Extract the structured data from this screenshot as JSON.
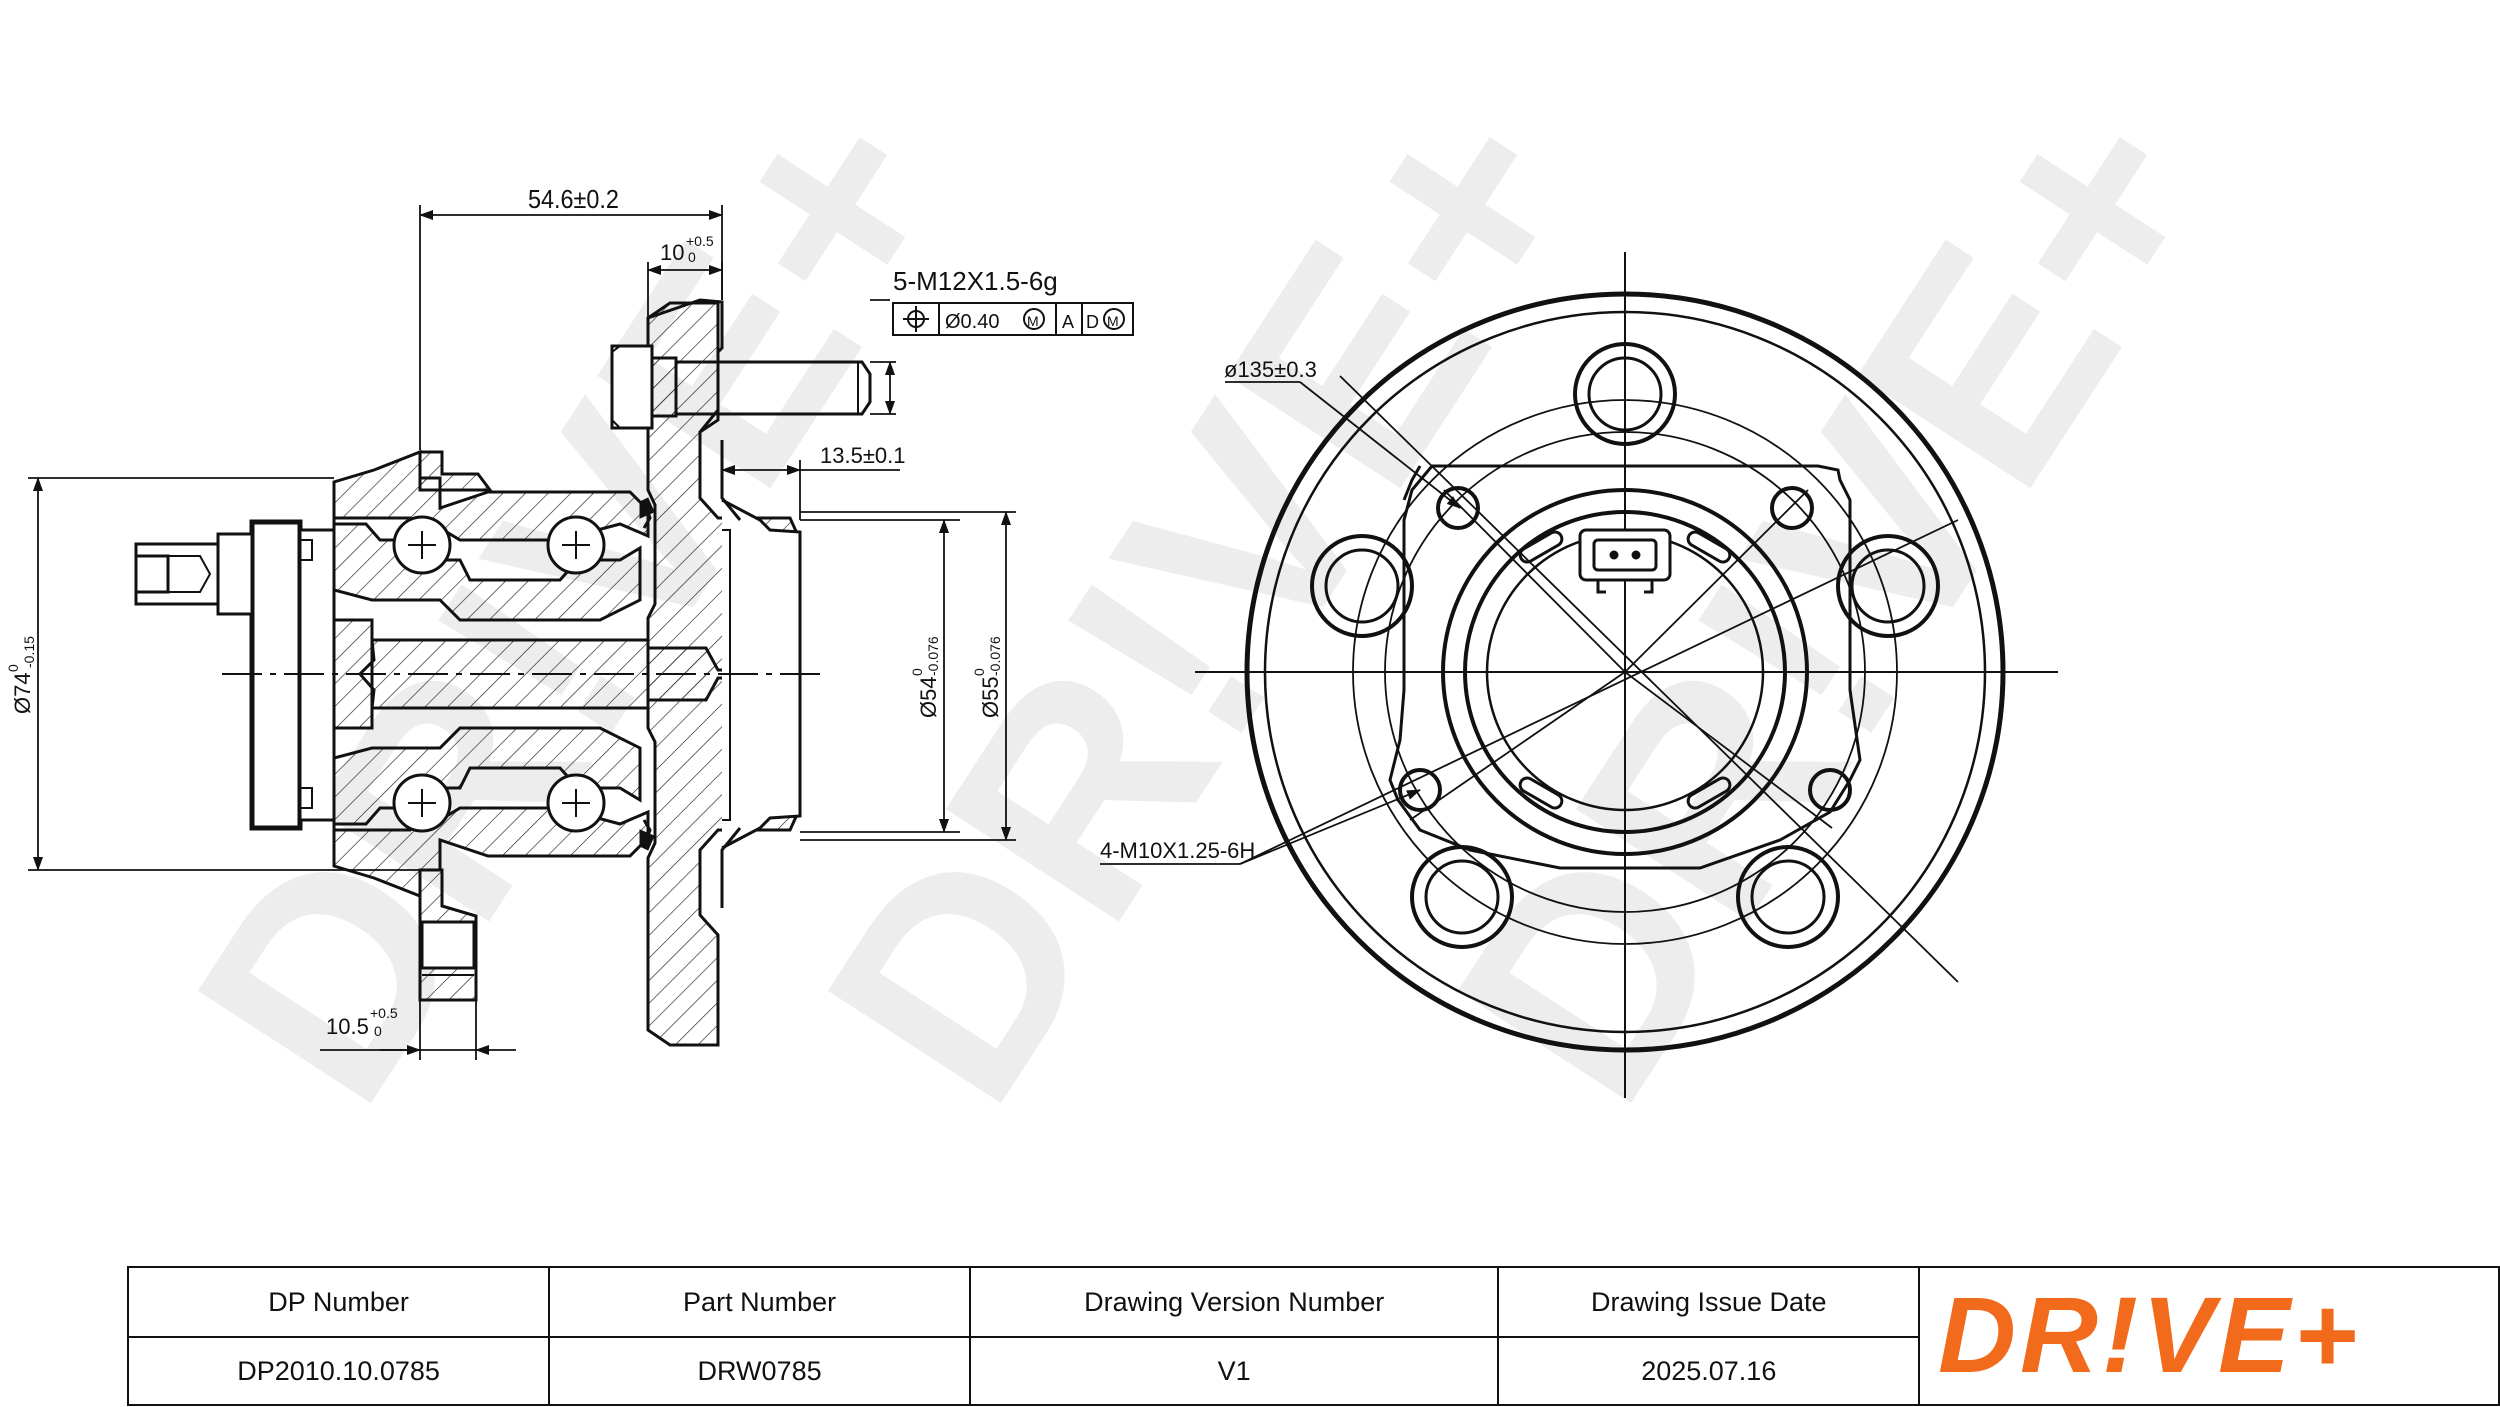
{
  "dimensions": {
    "hub_length": "54.6±0.2",
    "stud_offset_main": "10",
    "stud_offset_tol_upper": "+0.5",
    "stud_offset_tol_lower": "0",
    "stud_thread": "5-M12X1.5-6g",
    "fcf_tolerance": "Ø0.40",
    "fcf_datum_a": "A",
    "fcf_datum_d": "D",
    "flange_thickness": "13.5±0.1",
    "outer_diameter_main": "Ø74",
    "outer_diameter_tol_upper": "0",
    "outer_diameter_tol_lower": "-0.15",
    "pilot_54_main": "Ø54",
    "pilot_54_tol_upper": "0",
    "pilot_54_tol_lower": "-0.076",
    "pilot_55_main": "Ø55",
    "pilot_55_tol_upper": "0",
    "pilot_55_tol_lower": "-0.076",
    "bottom_offset_main": "10.5",
    "bottom_offset_tol_upper": "+0.5",
    "bottom_offset_tol_lower": "0",
    "bolt_circle": "ø135±0.3",
    "mount_thread": "4-M10X1.25-6H"
  },
  "title_block": {
    "headers": [
      "DP Number",
      "Part Number",
      "Drawing Version Number",
      "Drawing Issue Date"
    ],
    "values": [
      "DP2010.10.0785",
      "DRW0785",
      "V1",
      "2025.07.16"
    ]
  },
  "brand": {
    "logo_text": "DR!VE+",
    "logo_color": "#f26a1b",
    "watermark_text": "DR!VE+",
    "watermark_color": "#ececec"
  }
}
